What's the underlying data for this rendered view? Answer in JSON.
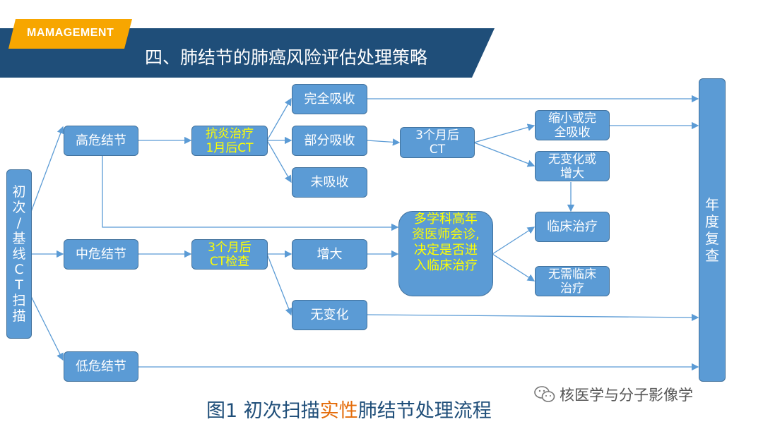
{
  "header": {
    "tag": "MAMAGEMENT",
    "title": "四、肺结节的肺癌风险评估处理策略",
    "colors": {
      "banner": "#1f4e79",
      "tag": "#f7a600",
      "node": "#5b9bd5"
    }
  },
  "nodes": {
    "initial_scan": [
      "初",
      "次",
      "/",
      "基",
      "线",
      "C",
      "T",
      "扫",
      "描"
    ],
    "high_risk": "高危结节",
    "mid_risk": "中危结节",
    "low_risk": "低危结节",
    "anti_inflammatory": [
      "抗炎治疗",
      "1月后CT"
    ],
    "complete_absorb": "完全吸收",
    "partial_absorb": "部分吸收",
    "not_absorbed": "未吸收",
    "ct_3month": [
      "3个月后",
      "CT"
    ],
    "shrink_or_complete": [
      "缩小或完",
      "全吸收"
    ],
    "no_change_or_grow": [
      "无变化或",
      "增大"
    ],
    "ct_3month_check": [
      "3个月后",
      "CT检查"
    ],
    "increase": "增大",
    "no_change": "无变化",
    "mdt": [
      "多学科高年",
      "资医师会诊,",
      "决定是否进",
      "入临床治疗"
    ],
    "clinical_treatment": "临床治疗",
    "no_clinical_treatment": [
      "无需临床",
      "治疗"
    ],
    "annual_review": [
      "年",
      "度",
      "复",
      "查"
    ]
  },
  "caption": {
    "prefix": "图1 初次扫描",
    "highlight": "实性",
    "suffix": "肺结节处理流程"
  },
  "watermark": {
    "icon": "wechat-icon",
    "text": "核医学与分子影像学"
  }
}
